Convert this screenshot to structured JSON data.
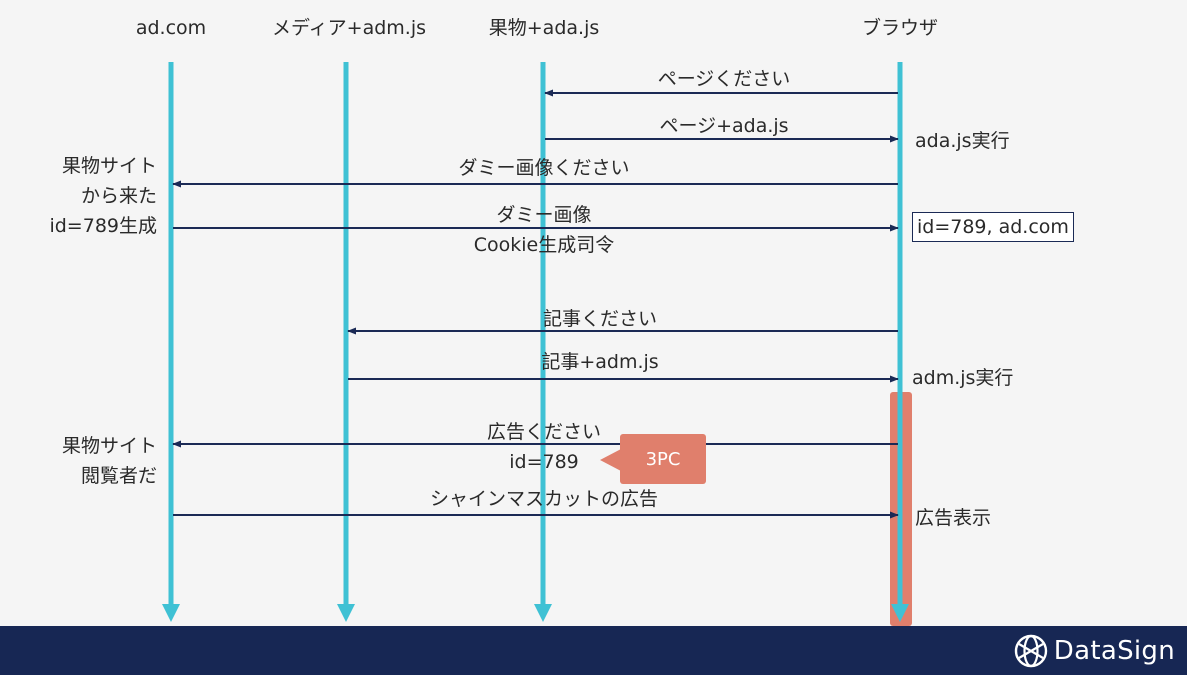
{
  "participants": [
    {
      "id": "adcom",
      "label": "ad.com"
    },
    {
      "id": "media",
      "label": "メディア+adm.js"
    },
    {
      "id": "fruit",
      "label": "果物+ada.js"
    },
    {
      "id": "browser",
      "label": "ブラウザ"
    }
  ],
  "messages": [
    {
      "from": "browser",
      "to": "fruit",
      "label": "ページください"
    },
    {
      "from": "fruit",
      "to": "browser",
      "label": "ページ+ada.js"
    },
    {
      "from": "browser",
      "to": "adcom",
      "label": "ダミー画像ください"
    },
    {
      "from": "adcom",
      "to": "browser",
      "label": "ダミー画像",
      "sublabel": "Cookie生成司令"
    },
    {
      "from": "browser",
      "to": "media",
      "label": "記事ください"
    },
    {
      "from": "media",
      "to": "browser",
      "label": "記事+adm.js"
    },
    {
      "from": "browser",
      "to": "adcom",
      "label": "広告ください",
      "sublabel": "id=789"
    },
    {
      "from": "adcom",
      "to": "browser",
      "label": "シャインマスカットの広告"
    }
  ],
  "notes": {
    "adcom_note_1": [
      "果物サイト",
      "から来た",
      "id=789生成"
    ],
    "adcom_note_2": [
      "果物サイト",
      "閲覧者だ"
    ],
    "browser_note_1": "ada.js実行",
    "browser_note_2": "id=789, ad.com",
    "browser_note_3": "adm.js実行",
    "browser_note_4": "広告表示"
  },
  "callout": {
    "label": "3PC",
    "color": "#e07f6c"
  },
  "colors": {
    "lifeline": "#3fc1d4",
    "arrow": "#1b2a55",
    "highlight": "#e07f6c",
    "footer": "#172754"
  },
  "footer": {
    "logo_text": "DataSign",
    "logo_icon": "globe-icon"
  }
}
